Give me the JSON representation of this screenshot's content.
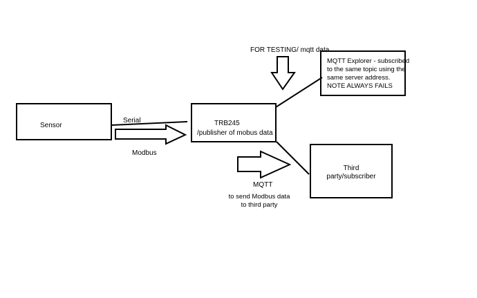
{
  "nodes": {
    "sensor": {
      "label": "Sensor"
    },
    "trb245": {
      "title": "TRB245",
      "subtitle": "/publisher of mobus data"
    },
    "mqtt_explorer": {
      "lines": [
        "MQTT Explorer -  subscribed",
        "to the same topic using the",
        "same server address.",
        "NOTE ALWAYS FAILS"
      ]
    },
    "third_party": {
      "lines": [
        "Third",
        "party/subscriber"
      ]
    }
  },
  "labels": {
    "serial": "Serial",
    "modbus": "Modbus",
    "testing": "FOR TESTING/ mqtt data",
    "mqtt": "MQTT",
    "mqtt_desc": [
      "to send Modbus data",
      "to third party"
    ]
  },
  "colors": {
    "stroke": "#000000",
    "background": "#ffffff"
  }
}
